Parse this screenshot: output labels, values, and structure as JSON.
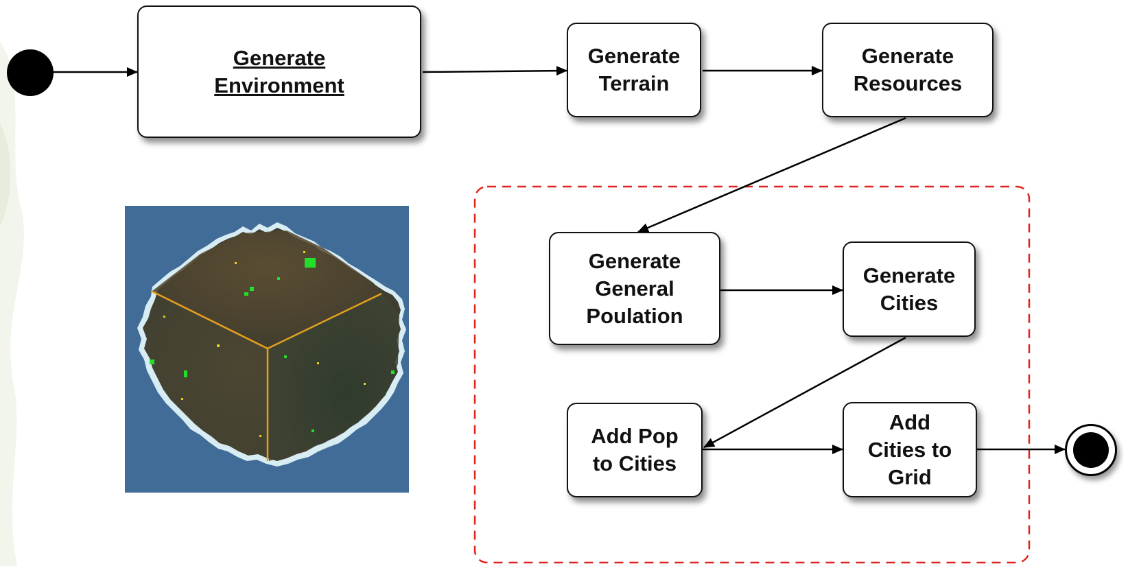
{
  "nodes": {
    "generate_environment": "Generate\nEnvironment",
    "generate_terrain": "Generate\nTerrain",
    "generate_resources": "Generate\nResources",
    "generate_general_population": "Generate\nGeneral\nPoulation",
    "generate_cities": "Generate\nCities",
    "add_pop_to_cities": "Add Pop\nto Cities",
    "add_cities_to_grid": "Add\nCities to\nGrid"
  },
  "colors": {
    "dashed_group_border": "#e0241c",
    "node_border": "#111111",
    "map_ocean": "#416c98",
    "map_land": "#4a4630",
    "map_grid_lines": "#e2a020",
    "map_coast": "#d8ecf4",
    "map_green_cells": "#22e02a",
    "map_yellow_cells": "#e6d21a"
  },
  "icons": {
    "start": "initial-state-icon",
    "end": "final-state-icon"
  }
}
